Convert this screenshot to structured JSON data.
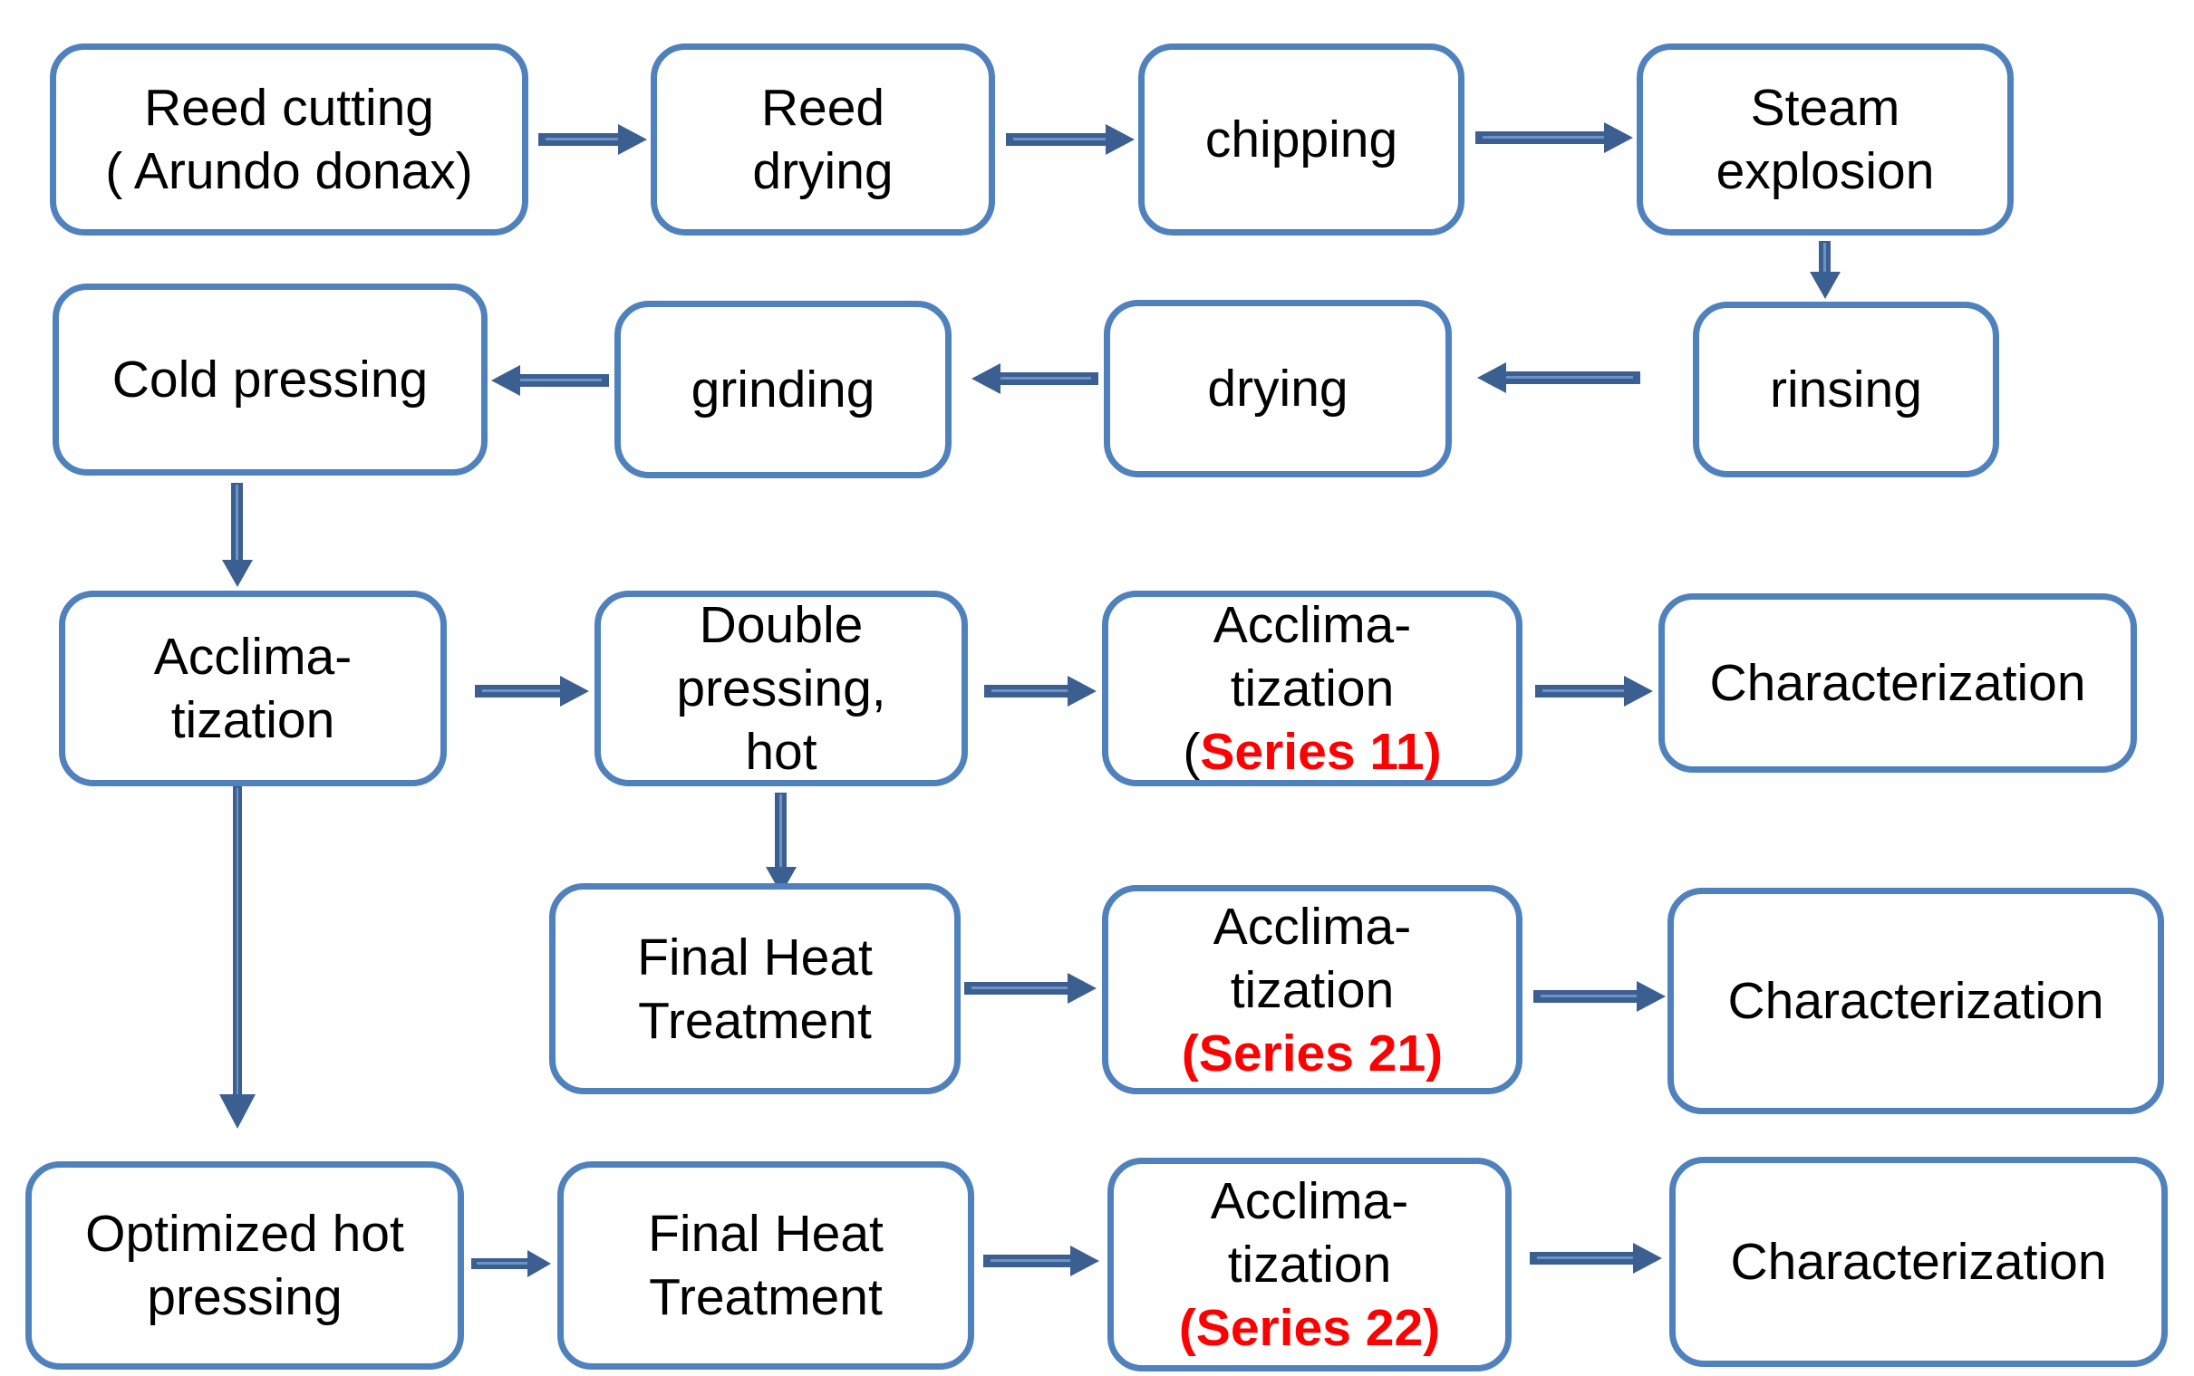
{
  "title": "Reed processing flowchart",
  "colors": {
    "background": "#ffffff",
    "box_border": "#4f81bd",
    "arrow_fill": "#3c5f91",
    "arrow_stripe": "#6d93c4",
    "text": "#000000",
    "series_red": "#ff0000"
  },
  "boxes": {
    "reed_cutting": {
      "label": "Reed cutting\n( Arundo donax)"
    },
    "reed_drying": {
      "label": "Reed\ndrying"
    },
    "chipping": {
      "label": "chipping"
    },
    "steam_explosion": {
      "label": "Steam\nexplosion"
    },
    "rinsing": {
      "label": "rinsing"
    },
    "drying": {
      "label": "drying"
    },
    "grinding": {
      "label": "grinding"
    },
    "cold_pressing": {
      "label": "Cold pressing"
    },
    "acclimatization": {
      "label": "Acclima-\ntization"
    },
    "double_pressing_hot": {
      "label": "Double\npressing,\nhot"
    },
    "acclimatization_series_11": {
      "label": "Acclima-\ntization",
      "series_prefix": "(",
      "series": "Series 11)"
    },
    "characterization_1": {
      "label": "Characterization"
    },
    "final_heat_treatment_1": {
      "label": "Final Heat\nTreatment"
    },
    "acclimatization_series_21": {
      "label": "Acclima-\ntization",
      "series_prefix": "",
      "series": "(Series 21)"
    },
    "characterization_2": {
      "label": "Characterization"
    },
    "optimized_hot_pressing": {
      "label": "Optimized hot\npressing"
    },
    "final_heat_treatment_2": {
      "label": "Final Heat\nTreatment"
    },
    "acclimatization_series_22": {
      "label": "Acclima-\ntization",
      "series_prefix": "",
      "series": "(Series 22)"
    },
    "characterization_3": {
      "label": "Characterization"
    }
  },
  "edges": [
    {
      "from": "reed_cutting",
      "to": "reed_drying"
    },
    {
      "from": "reed_drying",
      "to": "chipping"
    },
    {
      "from": "chipping",
      "to": "steam_explosion"
    },
    {
      "from": "steam_explosion",
      "to": "rinsing"
    },
    {
      "from": "rinsing",
      "to": "drying"
    },
    {
      "from": "drying",
      "to": "grinding"
    },
    {
      "from": "grinding",
      "to": "cold_pressing"
    },
    {
      "from": "cold_pressing",
      "to": "acclimatization"
    },
    {
      "from": "acclimatization",
      "to": "double_pressing_hot"
    },
    {
      "from": "double_pressing_hot",
      "to": "acclimatization_series_11"
    },
    {
      "from": "acclimatization_series_11",
      "to": "characterization_1"
    },
    {
      "from": "double_pressing_hot",
      "to": "final_heat_treatment_1"
    },
    {
      "from": "final_heat_treatment_1",
      "to": "acclimatization_series_21"
    },
    {
      "from": "acclimatization_series_21",
      "to": "characterization_2"
    },
    {
      "from": "acclimatization",
      "to": "optimized_hot_pressing"
    },
    {
      "from": "optimized_hot_pressing",
      "to": "final_heat_treatment_2"
    },
    {
      "from": "final_heat_treatment_2",
      "to": "acclimatization_series_22"
    },
    {
      "from": "acclimatization_series_22",
      "to": "characterization_3"
    }
  ]
}
